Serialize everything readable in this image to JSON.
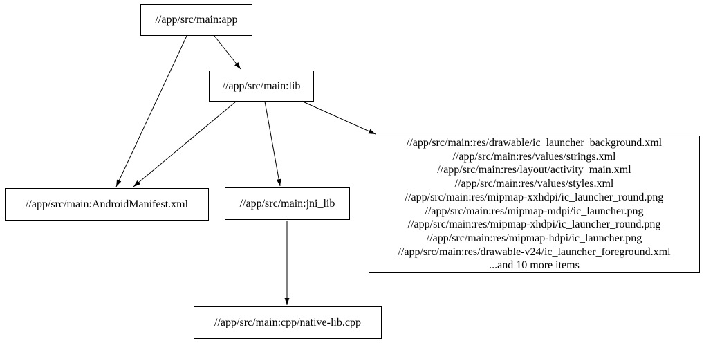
{
  "diagram": {
    "type": "dependency-graph",
    "nodes": {
      "app": {
        "label": "//app/src/main:app"
      },
      "lib": {
        "label": "//app/src/main:lib"
      },
      "manifest": {
        "label": "//app/src/main:AndroidManifest.xml"
      },
      "jni_lib": {
        "label": "//app/src/main:jni_lib"
      },
      "native": {
        "label": "//app/src/main:cpp/native-lib.cpp"
      },
      "res_group": {
        "lines": [
          "//app/src/main:res/drawable/ic_launcher_background.xml",
          "//app/src/main:res/values/strings.xml",
          "//app/src/main:res/layout/activity_main.xml",
          "//app/src/main:res/values/styles.xml",
          "//app/src/main:res/mipmap-xxhdpi/ic_launcher_round.png",
          "//app/src/main:res/mipmap-mdpi/ic_launcher.png",
          "//app/src/main:res/mipmap-xhdpi/ic_launcher_round.png",
          "//app/src/main:res/mipmap-hdpi/ic_launcher.png",
          "//app/src/main:res/drawable-v24/ic_launcher_foreground.xml",
          "...and 10 more items"
        ]
      }
    },
    "edges": [
      {
        "from": "app",
        "to": "lib"
      },
      {
        "from": "app",
        "to": "manifest"
      },
      {
        "from": "lib",
        "to": "manifest"
      },
      {
        "from": "lib",
        "to": "jni_lib"
      },
      {
        "from": "lib",
        "to": "res_group"
      },
      {
        "from": "jni_lib",
        "to": "native"
      }
    ],
    "colors": {
      "node_fill": "#ffffff",
      "node_border": "#000000",
      "edge": "#000000",
      "text": "#000000",
      "background": "#ffffff"
    }
  }
}
